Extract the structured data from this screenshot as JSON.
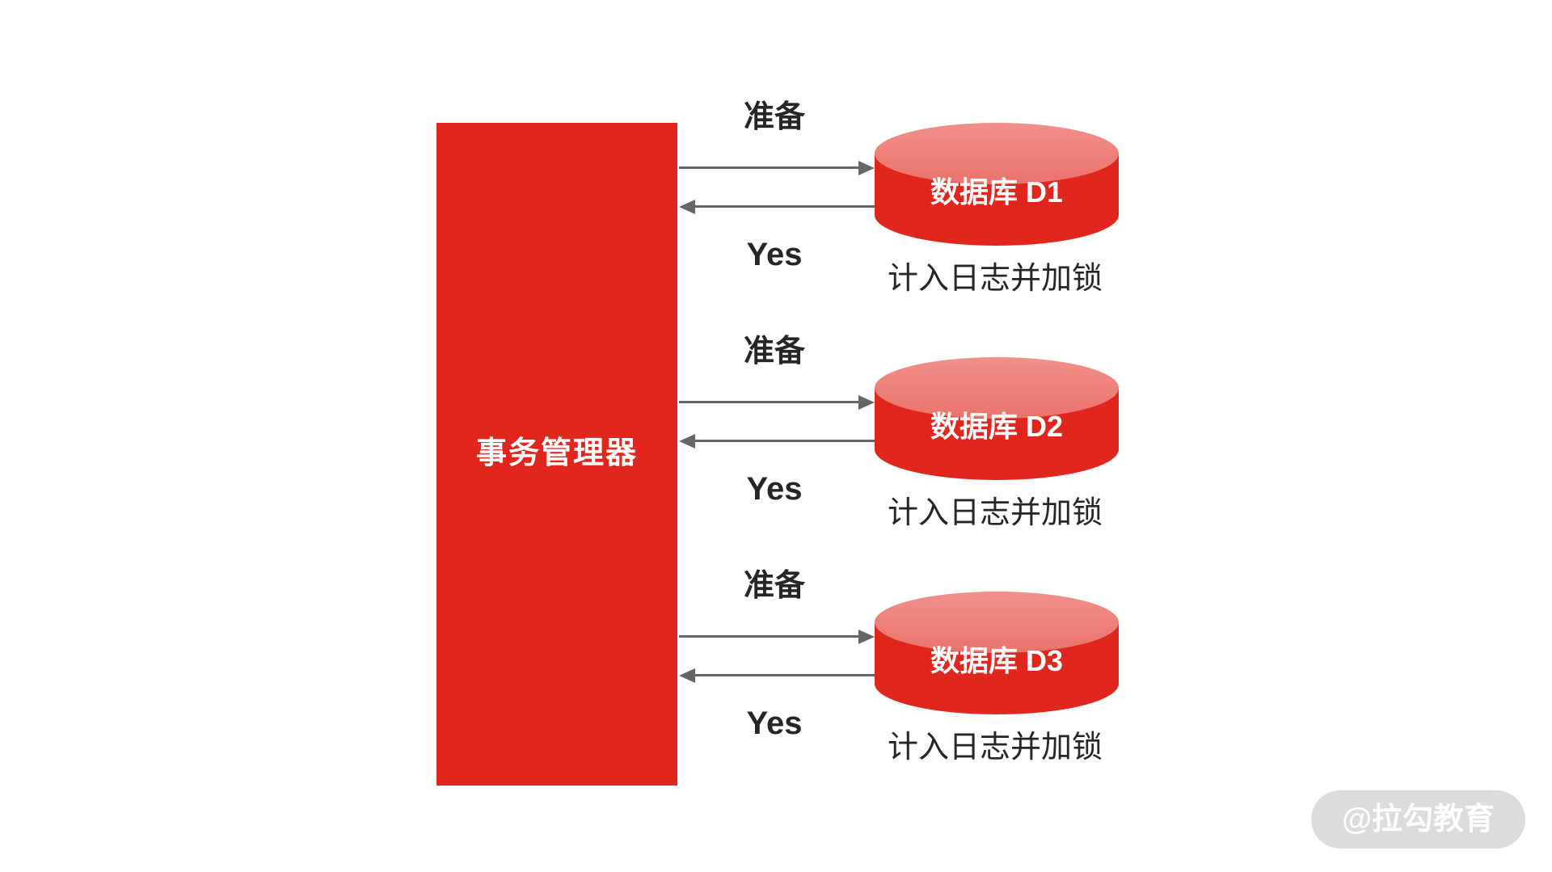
{
  "diagram": {
    "title_hint": "two-phase-commit prepare phase",
    "transaction_manager": {
      "label": "事务管理器"
    },
    "rows": [
      {
        "request_label": "准备",
        "response_label": "Yes",
        "database_label": "数据库 D1",
        "note": "计入日志并加锁"
      },
      {
        "request_label": "准备",
        "response_label": "Yes",
        "database_label": "数据库 D2",
        "note": "计入日志并加锁"
      },
      {
        "request_label": "准备",
        "response_label": "Yes",
        "database_label": "数据库 D3",
        "note": "计入日志并加锁"
      }
    ],
    "watermark": {
      "label": "@拉勾教育"
    },
    "colors": {
      "primary_red": "#e1261d",
      "cylinder_cap_light": "#ef827a",
      "arrow_gray": "#666666",
      "text_dark": "#262626",
      "label_white": "#ffffff",
      "watermark_bg": "#dcdcdc"
    }
  }
}
